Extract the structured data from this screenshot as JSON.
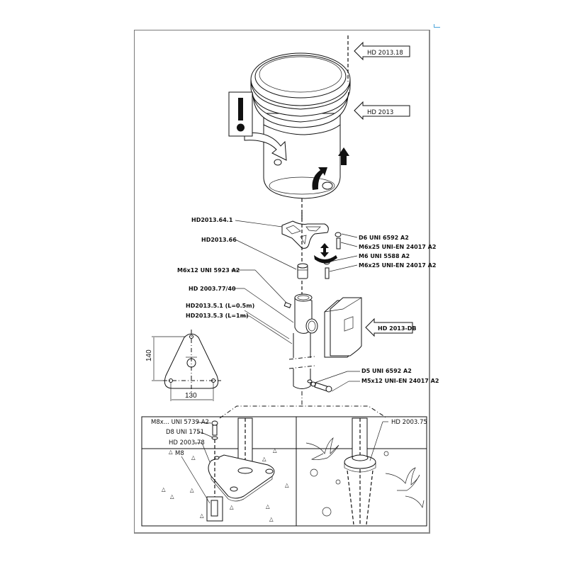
{
  "callouts": {
    "cap": "HD 2013.18",
    "gauge": "HD 2013",
    "databox": "HD 2013-DB"
  },
  "parts_left": {
    "bracket": "HD2013.64.1",
    "adapter": "HD2013.66",
    "screw_m6x12": "M6x12 UNI 5923 A2",
    "clamp": "HD 2003.77/40",
    "pole_short": "HD2013.5.1 (L=0.5m)",
    "pole_long": "HD2013.5.3 (L=1m)"
  },
  "parts_right": {
    "washer_d6": "D6 UNI 6592 A2",
    "screw_m6x25_a": "M6x25 UNI-EN 24017 A2",
    "nut_m6": "M6 UNI 5588 A2",
    "screw_m6x25_b": "M6x25 UNI-EN 24017 A2",
    "washer_d5": "D5 UNI 6592 A2",
    "screw_m5x12": "M5x12 UNI-EN 24017 A2"
  },
  "base_plate": {
    "height_dim": "140",
    "width_dim": "130"
  },
  "detail_left": {
    "bolt": "M8x... UNI 5739 A2",
    "washer": "D8 UNI 1751",
    "plate": "HD 2003.78",
    "anchor": "M8"
  },
  "detail_right": {
    "spike": "HD 2003.75"
  },
  "icons": {
    "warning": "exclamation-warning-icon",
    "rotate": "rotate-arrow-icon",
    "lift": "up-arrow-icon"
  }
}
